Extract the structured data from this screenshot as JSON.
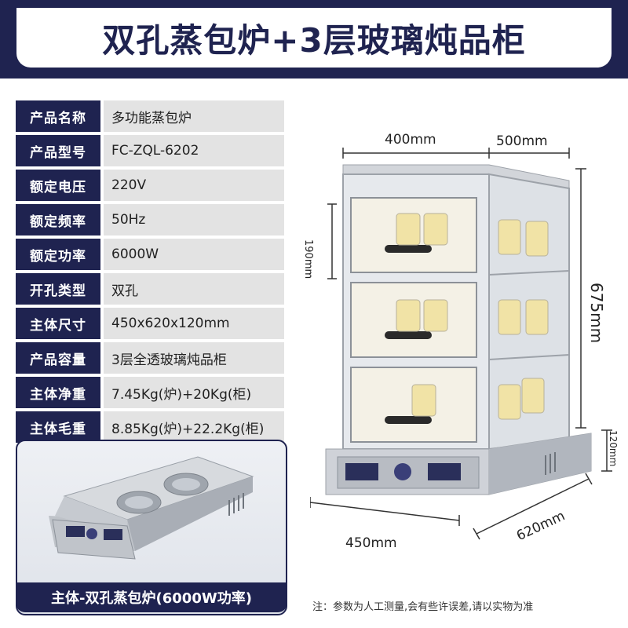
{
  "header": {
    "title": "双孔蒸包炉+3层玻璃炖品柜"
  },
  "specs": [
    {
      "label": "产品名称",
      "value": "多功能蒸包炉"
    },
    {
      "label": "产品型号",
      "value": "FC-ZQL-6202"
    },
    {
      "label": "额定电压",
      "value": "220V"
    },
    {
      "label": "额定频率",
      "value": "50Hz"
    },
    {
      "label": "额定功率",
      "value": "6000W"
    },
    {
      "label": "开孔类型",
      "value": "双孔"
    },
    {
      "label": "主体尺寸",
      "value": "450x620x120mm"
    },
    {
      "label": "产品容量",
      "value": "3层全透玻璃炖品柜"
    },
    {
      "label": "主体净重",
      "value": "7.45Kg(炉)+20Kg(柜)"
    },
    {
      "label": "主体毛重",
      "value": "8.85Kg(炉)+22.2Kg(柜)"
    }
  ],
  "product_caption": "主体-双孔蒸包炉(6000W功率)",
  "dimensions": {
    "top_width": "400mm",
    "top_depth": "500mm",
    "layer_height": "190mm",
    "cabinet_height": "675mm",
    "base_height": "120mm",
    "base_width": "450mm",
    "base_depth": "620mm"
  },
  "note": "注：参数为人工测量,会有些许误差,请以实物为准",
  "colors": {
    "navy": "#1f2350",
    "value_bg": "#e3e3e3",
    "steel": "#c9ccd2"
  }
}
